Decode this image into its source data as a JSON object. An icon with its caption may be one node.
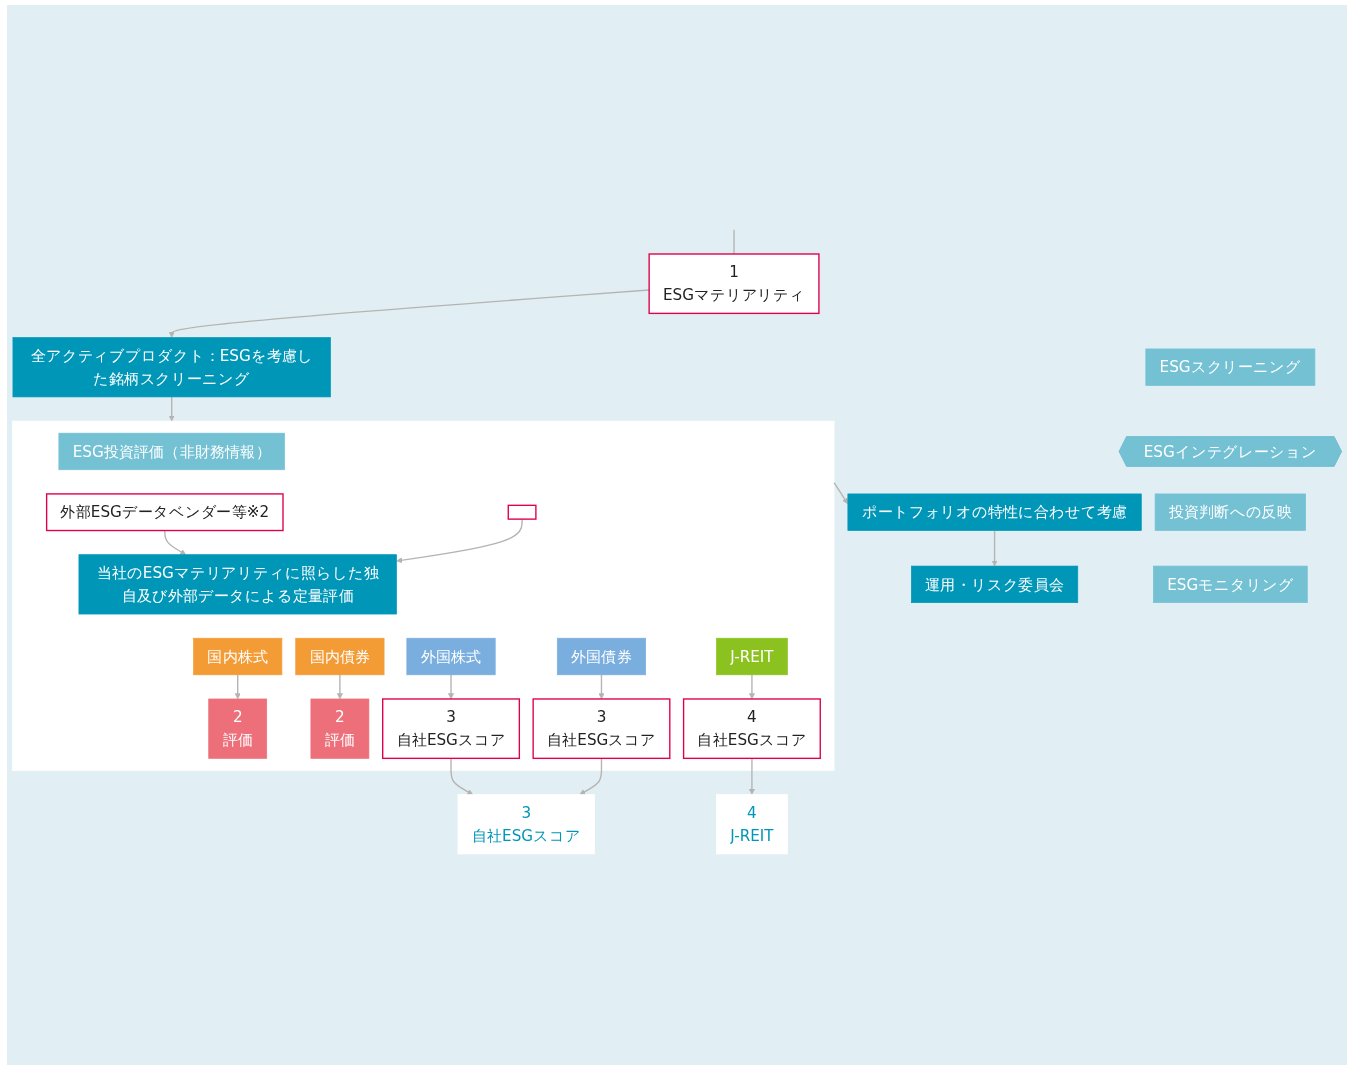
{
  "diagram": {
    "nodes": [
      {
        "text": [
          "1",
          "ESGマテリアリティ"
        ]
      },
      {
        "text": [
          "ESGスクリーニング"
        ]
      },
      {
        "text": [
          "全アクティブプロダクト：ESGを考慮した銘柄スクリーニング"
        ]
      },
      {
        "text": [
          "ESGインテグレーション"
        ]
      },
      {
        "text": [],
        "shape": "box"
      },
      {
        "text": [
          "ESG投資評価（非財務情報）"
        ],
        "in": 4
      },
      {
        "text": [
          "外部ESGデータベンダー等※2"
        ],
        "in": 4
      },
      {
        "text": [],
        "shape": "box",
        "in": 4
      },
      {
        "text": [
          "当社のESGマテリアリティに照らした独自及び外部データによる定量評価"
        ],
        "in": 4
      },
      {
        "text": [
          "国内株式"
        ],
        "in": 4
      },
      {
        "text": [
          "国内債券"
        ],
        "in": 4
      },
      {
        "text": [
          "外国株式"
        ],
        "in": 4
      },
      {
        "text": [
          "外国債券"
        ],
        "in": 4
      },
      {
        "text": [
          "J-REIT"
        ],
        "in": 4
      },
      {
        "text": [
          "2",
          "評価"
        ],
        "in": 4
      },
      {
        "text": [
          "2",
          "評価"
        ],
        "in": 4
      },
      {
        "text": [
          "3",
          "自社ESGスコア"
        ],
        "in": 4
      },
      {
        "text": [
          "3",
          "自社ESGスコア"
        ],
        "in": 4
      },
      {
        "text": [
          "4",
          "自社ESGスコア"
        ],
        "in": 4
      },
      {
        "text": [
          "投資判断への反映"
        ]
      },
      {
        "text": [
          "ポートフォリオの特性に合わせて考慮"
        ]
      },
      {
        "text": [
          "ESGモニタリング"
        ]
      },
      {
        "text": [
          "運用・リスク委員会"
        ]
      },
      {
        "text": [
          "3",
          "自社ESGスコア"
        ]
      },
      {
        "text": [
          "4",
          "J-REIT"
        ]
      }
    ],
    "edges": [
      {
        "from": null,
        "to": 0,
        "arrow": "none"
      },
      {
        "from": 0,
        "to": 2,
        "arrow": "to"
      },
      {
        "from": 2,
        "to": 4,
        "arrow": "to"
      },
      {
        "from": 6,
        "to": 8,
        "arrow": "to"
      },
      {
        "from": 7,
        "to": 8,
        "arrow": "to"
      },
      {
        "from": 9,
        "to": 14,
        "arrow": "to"
      },
      {
        "from": 10,
        "to": 15,
        "arrow": "to"
      },
      {
        "from": 11,
        "to": 16,
        "arrow": "to"
      },
      {
        "from": 12,
        "to": 17,
        "arrow": "to"
      },
      {
        "from": 13,
        "to": 18,
        "arrow": "to"
      },
      {
        "from": 4,
        "to": 20,
        "arrow": "to"
      },
      {
        "from": 20,
        "to": 22,
        "arrow": "to"
      },
      {
        "from": 16,
        "to": 23,
        "arrow": "to"
      },
      {
        "from": 17,
        "to": 23,
        "arrow": "to"
      },
      {
        "from": 18,
        "to": 24,
        "arrow": "to"
      }
    ]
  }
}
